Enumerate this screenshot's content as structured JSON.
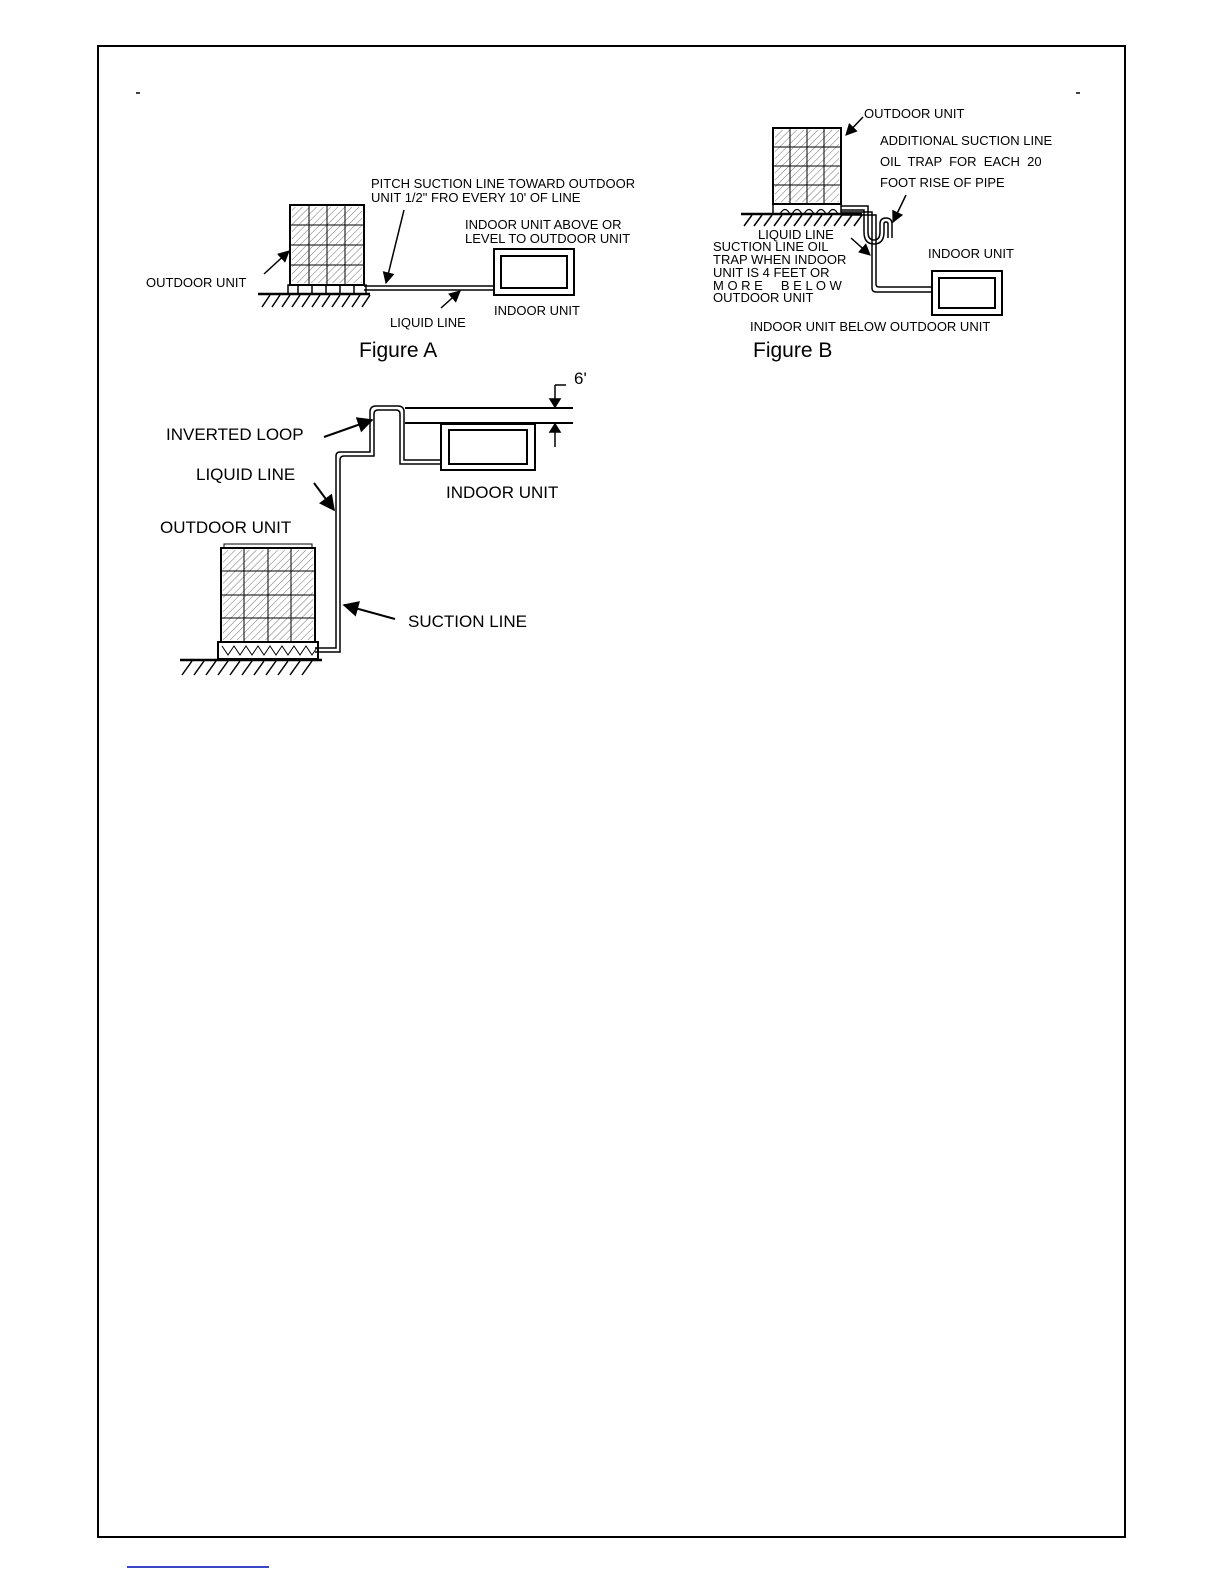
{
  "figure_a": {
    "caption": "Figure A",
    "outdoor_unit": "OUTDOOR UNIT",
    "pitch_note": [
      "PITCH SUCTION LINE TOWARD OUTDOOR",
      "UNIT 1/2\" FRO EVERY 10' OF LINE"
    ],
    "indoor_above": [
      "INDOOR UNIT ABOVE OR",
      "LEVEL TO OUTDOOR UNIT"
    ],
    "indoor_unit": "INDOOR UNIT",
    "liquid_line": "LIQUID LINE"
  },
  "figure_b": {
    "caption": "Figure B",
    "outdoor_unit": "OUTDOOR UNIT",
    "additional_trap": [
      "ADDITIONAL SUCTION LINE",
      "OIL  TRAP  FOR  EACH  20",
      "FOOT RISE OF PIPE"
    ],
    "liquid_line": "LIQUID LINE",
    "trap_note": [
      "SUCTION LINE OIL",
      "TRAP WHEN INDOOR",
      "UNIT IS 4 FEET OR",
      "M O R E     B E L O W",
      "OUTDOOR UNIT"
    ],
    "indoor_unit": "INDOOR UNIT",
    "below_note": "INDOOR UNIT BELOW OUTDOOR UNIT"
  },
  "figure_c": {
    "clearance": "6'",
    "inverted_loop": "INVERTED LOOP",
    "liquid_line": "LIQUID LINE",
    "outdoor_unit": "OUTDOOR UNIT",
    "indoor_unit": "INDOOR UNIT",
    "suction_line": "SUCTION LINE"
  }
}
